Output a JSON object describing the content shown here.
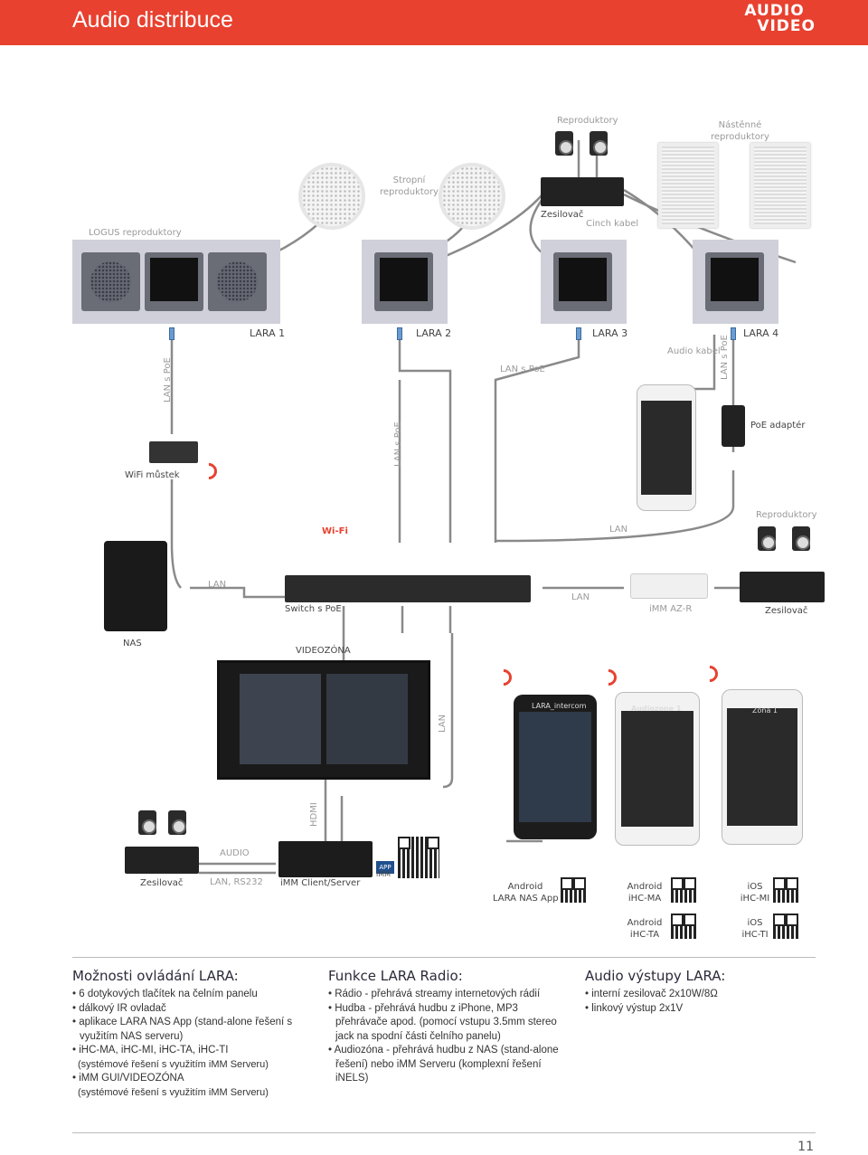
{
  "header": {
    "title": "Audio distribuce",
    "logo_line1": "AUDIO",
    "logo_line2": "VIDEO"
  },
  "diagram": {
    "labels": {
      "reproduktory_top": "Reproduktory",
      "nastenne": "Nástěnné\nreproduktory",
      "stropni": "Stropní\nreproduktory",
      "logus": "LOGUS reproduktory",
      "zesilovac_top": "Zesilovač",
      "cinch": "Cinch kabel",
      "lara1": "LARA 1",
      "lara2": "LARA 2",
      "lara3": "LARA 3",
      "lara4": "LARA 4",
      "audio_kabel": "Audio kabel",
      "lan_poe_1": "LAN s PoE",
      "lan_poe_2": "LAN s PoE",
      "lan_poe_3": "LAN s PoE",
      "lan_poe_4": "LAN s PoE",
      "poe_adapter": "PoE adaptér",
      "wifi_mustek": "WiFi můstek",
      "reproduktory_mid": "Reproduktory",
      "wifi": "Wi-Fi",
      "lan_mid": "LAN",
      "lan_nas": "LAN",
      "switch": "Switch s PoE",
      "lan_imm": "LAN",
      "imm_az": "iMM AZ-R",
      "zesilovac_mid": "Zesilovač",
      "nas": "NAS",
      "videozona": "VIDEOZÓNA",
      "lan_vert": "LAN",
      "hdmi": "HDMI",
      "audio": "AUDIO",
      "zesilovac_bottom": "Zesilovač",
      "lan_rs232": "LAN, RS232",
      "imm_client": "iMM Client/Server",
      "app_badge": "APP",
      "imm_badge": "iMM",
      "lara_intercom": "LARA_intercom",
      "audiozone": "Audiozone 1",
      "zona": "Zóna 1"
    },
    "apps": [
      {
        "platform": "Android",
        "name": "LARA NAS App"
      },
      {
        "platform": "Android",
        "name": "iHC-MA"
      },
      {
        "platform": "iOS",
        "name": "iHC-MI"
      },
      {
        "platform": "Android",
        "name": "iHC-TA"
      },
      {
        "platform": "iOS",
        "name": "iHC-TI"
      }
    ],
    "colors": {
      "accent": "#e8412f",
      "cable": "#8a8a8a",
      "connector": "#6a9bd1"
    }
  },
  "sections": {
    "ovladani": {
      "title": "Možnosti ovládání LARA:",
      "items": [
        "6 dotykových tlačítek na čelním panelu",
        "dálkový IR ovladač",
        "aplikace LARA NAS App (stand-alone řešení s využitím NAS serveru)",
        "iHC-MA, iHC-MI, iHC-TA, iHC-TI",
        "iMM GUI/VIDEOZÓNA"
      ],
      "note1": "(systémové řešení s využitím iMM Serveru)",
      "note2": "(systémové řešení s využitím iMM Serveru)"
    },
    "radio": {
      "title": "Funkce LARA Radio:",
      "items": [
        "Rádio - přehrává streamy internetových rádií",
        "Hudba - přehrává hudbu z iPhone, MP3 přehrávače apod. (pomocí vstupu 3.5mm stereo jack na spodní části čelního panelu)",
        "Audiozóna - přehrává hudbu z NAS (stand-alone řešení) nebo iMM Serveru (komplexní řešení iNELS)"
      ]
    },
    "vystupy": {
      "title": "Audio výstupy LARA:",
      "items": [
        "interní zesilovač 2x10W/8Ω",
        "linkový výstup 2x1V"
      ]
    }
  },
  "page_number": "11"
}
